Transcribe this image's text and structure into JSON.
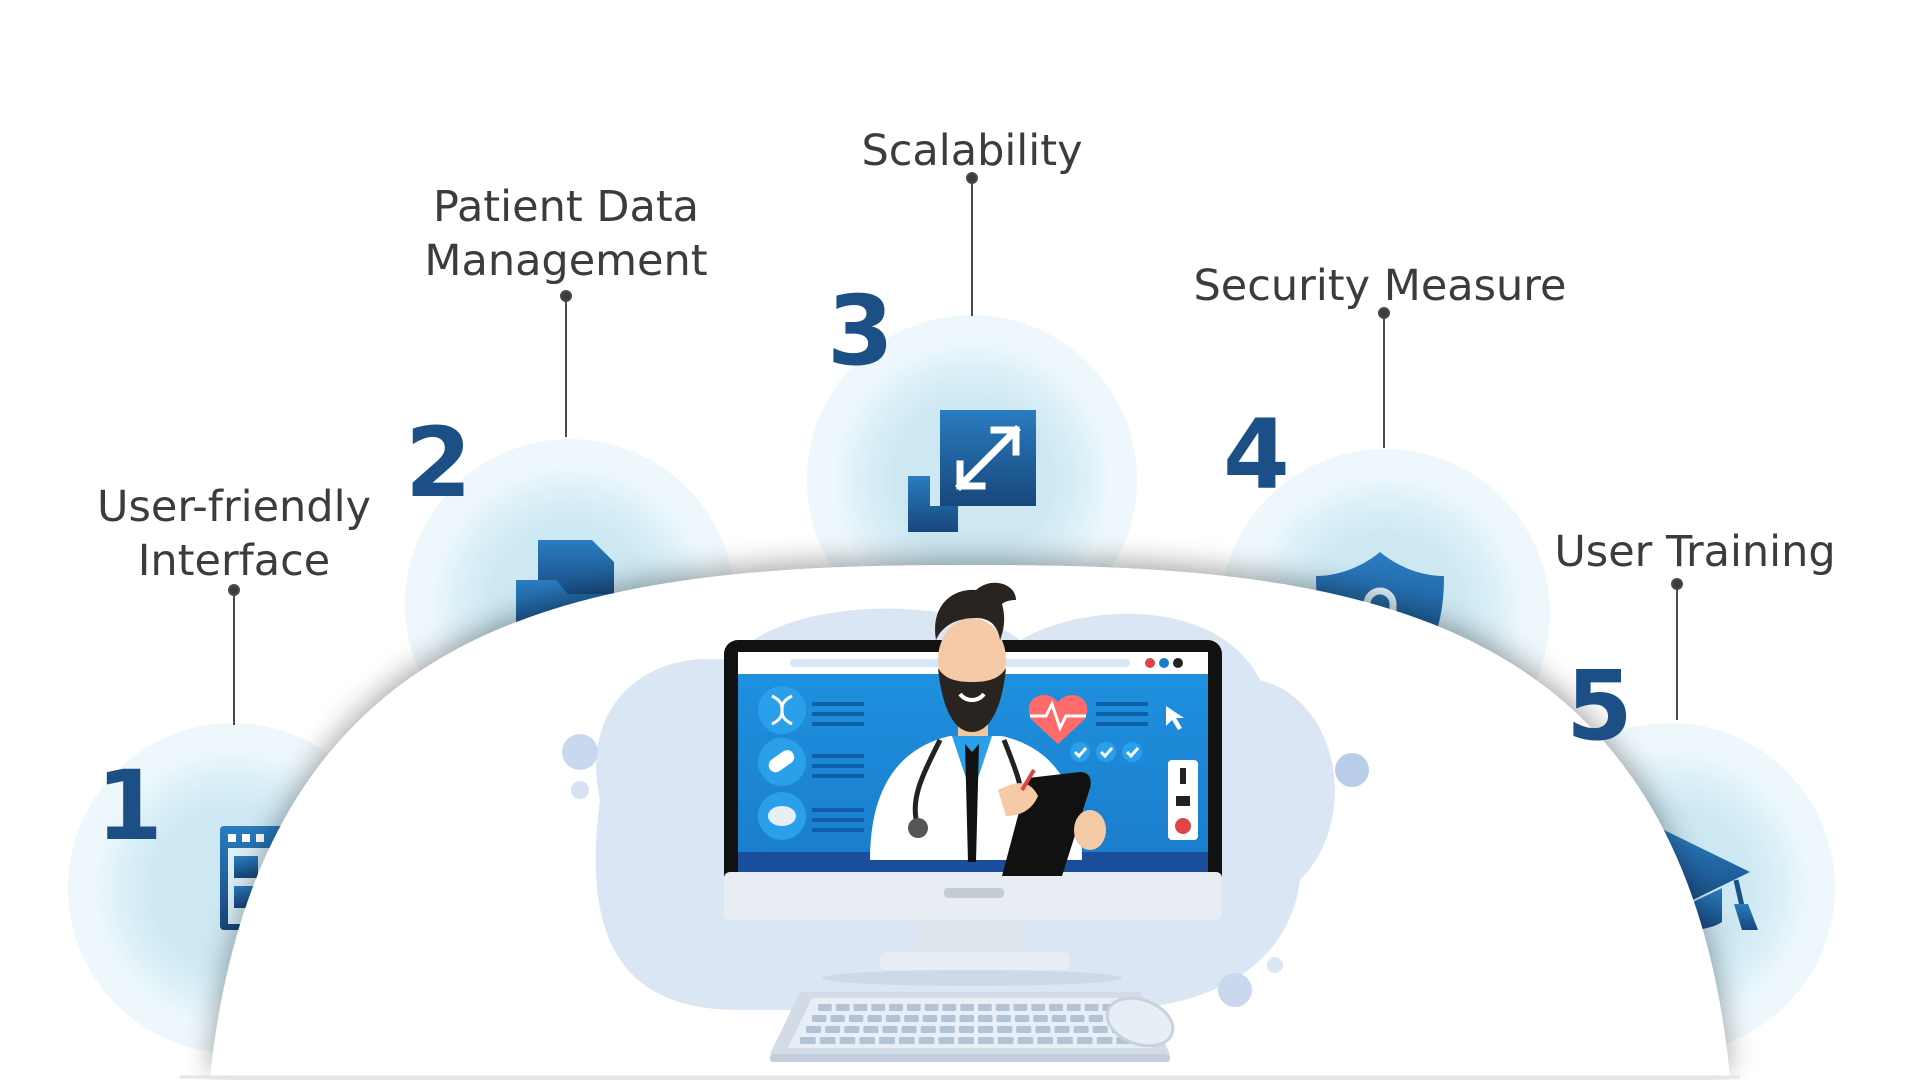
{
  "features": [
    {
      "number": "1",
      "label_lines": [
        "User-friendly",
        "Interface"
      ],
      "icon": "form-click-icon"
    },
    {
      "number": "2",
      "label_lines": [
        "Patient Data",
        "Management"
      ],
      "icon": "medical-folder-icon"
    },
    {
      "number": "3",
      "label_lines": [
        "Scalability"
      ],
      "icon": "scale-arrows-icon"
    },
    {
      "number": "4",
      "label_lines": [
        "Security Measure"
      ],
      "icon": "shield-lock-icon"
    },
    {
      "number": "5",
      "label_lines": [
        "User Training"
      ],
      "icon": "graduation-cap-icon"
    }
  ],
  "center_illustration": "doctor-on-monitor-illustration",
  "colors": {
    "accent": "#1b4f86",
    "icon_gradient_top": "#2a7cc0",
    "icon_gradient_bottom": "#17477c",
    "circle_outer": "#e9f5fb",
    "circle_inner": "#cfe9f3",
    "screen_blue": "#1c8ad8",
    "text": "#3c3c3c"
  }
}
